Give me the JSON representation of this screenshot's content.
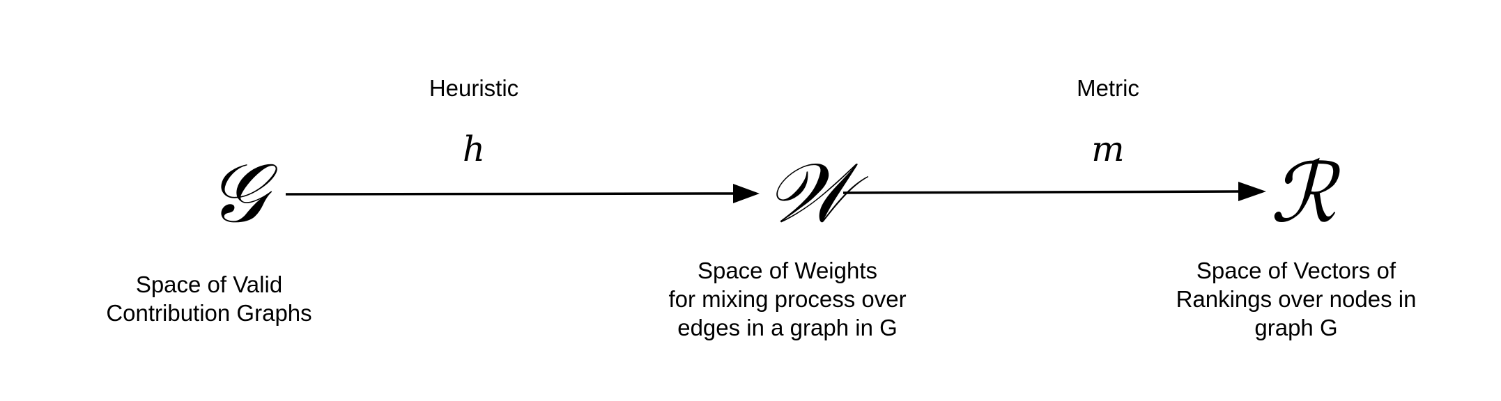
{
  "nodes": [
    {
      "id": "G",
      "symbol": "𝒢",
      "description": [
        "Space of Valid",
        "Contribution Graphs"
      ]
    },
    {
      "id": "W",
      "symbol": "𝒲",
      "description": [
        "Space of Weights",
        "for mixing process over",
        "edges in a graph in G"
      ]
    },
    {
      "id": "R",
      "symbol": "ℛ",
      "description": [
        "Space of Vectors of",
        "Rankings over nodes in",
        "graph G"
      ]
    }
  ],
  "edges": [
    {
      "from": "G",
      "to": "W",
      "name": "Heuristic",
      "symbol": "h"
    },
    {
      "from": "W",
      "to": "R",
      "name": "Metric",
      "symbol": "m"
    }
  ]
}
